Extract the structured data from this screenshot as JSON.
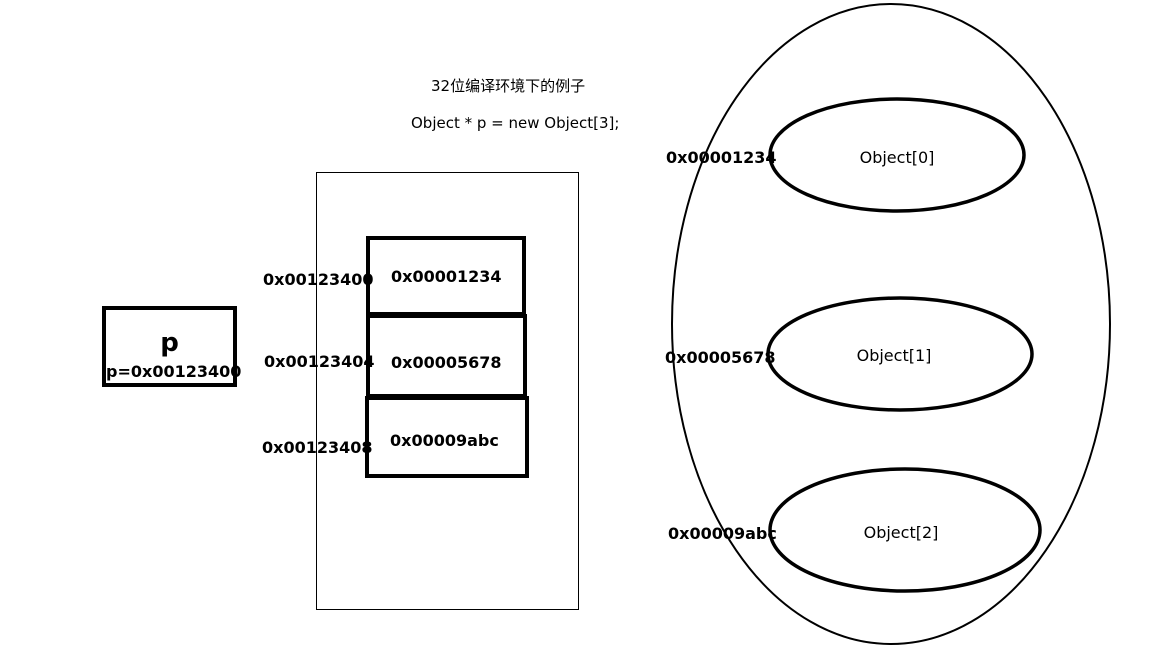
{
  "header": {
    "title": "32位编译环境下的例子",
    "code": "Object * p = new Object[3];"
  },
  "pointer": {
    "name": "p",
    "value": "p=0x00123400"
  },
  "array_cells": [
    {
      "address": "0x00123400",
      "content": "0x00001234"
    },
    {
      "address": "0x00123404",
      "content": "0x00005678"
    },
    {
      "address": "0x00123408",
      "content": "0x00009abc"
    }
  ],
  "objects": [
    {
      "address": "0x00001234",
      "label": "Object[0]"
    },
    {
      "address": "0x00005678",
      "label": "Object[1]"
    },
    {
      "address": "0x00009abc",
      "label": "Object[2]"
    }
  ]
}
